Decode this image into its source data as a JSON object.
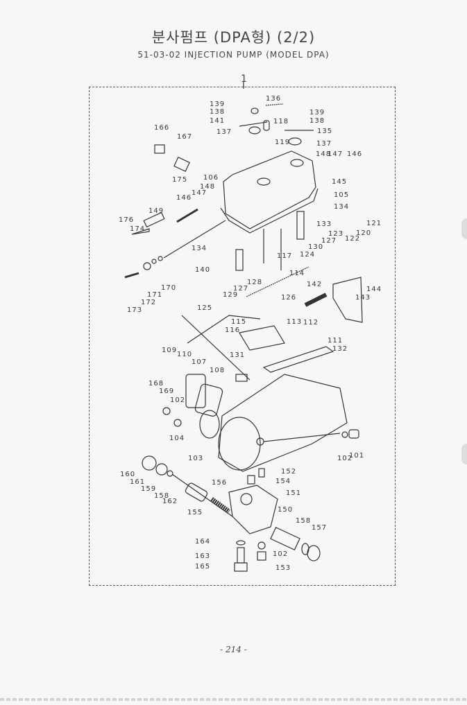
{
  "header": {
    "title": "분사펌프 (DPA형) (2/2)",
    "subtitle": "51-03-02 INJECTION PUMP (MODEL DPA)",
    "assembly_ref": "1"
  },
  "labels": [
    "139",
    "136",
    "138",
    "139",
    "141",
    "118",
    "138",
    "137",
    "135",
    "166",
    "167",
    "119",
    "137",
    "148",
    "147",
    "146",
    "106",
    "175",
    "148",
    "145",
    "147",
    "146",
    "105",
    "134",
    "149",
    "176",
    "174",
    "133",
    "121",
    "120",
    "123",
    "122",
    "127",
    "134",
    "130",
    "124",
    "117",
    "140",
    "114",
    "128",
    "142",
    "170",
    "144",
    "126",
    "127",
    "143",
    "171",
    "129",
    "172",
    "173",
    "125",
    "115",
    "113",
    "112",
    "116",
    "111",
    "132",
    "109",
    "110",
    "131",
    "107",
    "108",
    "168",
    "169",
    "102",
    "104",
    "101",
    "102",
    "103",
    "160",
    "152",
    "161",
    "159",
    "154",
    "156",
    "158",
    "162",
    "151",
    "155",
    "150",
    "158",
    "157",
    "164",
    "102",
    "163",
    "165",
    "153"
  ],
  "footer": {
    "page_number": "- 214 -"
  }
}
